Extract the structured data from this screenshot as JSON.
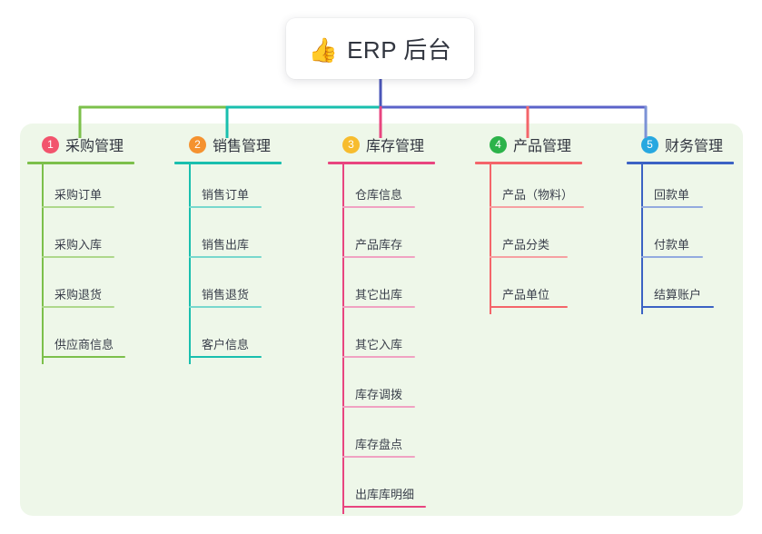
{
  "diagram": {
    "type": "mind-map",
    "title_node": {
      "icon": "thumbs-up-emoji",
      "icon_glyph": "👍",
      "label": "ERP 后台"
    },
    "card_background": "#eef7e9",
    "branches": [
      {
        "number": "1",
        "label": "采购管理",
        "badge_color": "#f2546d",
        "line_color": "#7cc04b",
        "leaf_line_color": "#aed88b",
        "connector_color": "#7cc04b",
        "leaves": [
          "采购订单",
          "采购入库",
          "采购退货",
          "供应商信息"
        ]
      },
      {
        "number": "2",
        "label": "销售管理",
        "badge_color": "#f5922f",
        "line_color": "#19bfae",
        "leaf_line_color": "#78d8cd",
        "connector_color": "#19bfae",
        "leaves": [
          "销售订单",
          "销售出库",
          "销售退货",
          "客户信息"
        ]
      },
      {
        "number": "3",
        "label": "库存管理",
        "badge_color": "#f7bc2e",
        "line_color": "#e8457f",
        "leaf_line_color": "#f0a2c2",
        "connector_color": "#e8457f",
        "leaves": [
          "仓库信息",
          "产品库存",
          "其它出库",
          "其它入库",
          "库存调拨",
          "库存盘点",
          "出库库明细"
        ]
      },
      {
        "number": "4",
        "label": "产品管理",
        "badge_color": "#2cb34a",
        "line_color": "#f4656a",
        "leaf_line_color": "#f6a0a2",
        "connector_color": "#f4656a",
        "leaves": [
          "产品（物料）",
          "产品分类",
          "产品单位"
        ]
      },
      {
        "number": "5",
        "label": "财务管理",
        "badge_color": "#27a8e0",
        "line_color": "#3b62c4",
        "leaf_line_color": "#93aadf",
        "connector_color": "#7b92d6",
        "leaves": [
          "回款单",
          "付款单",
          "结算账户"
        ]
      }
    ],
    "trunk": {
      "color": "#4a55b8",
      "segments": [
        {
          "color": "#7cc04b"
        },
        {
          "color": "#19bfae"
        },
        {
          "color": "#5b63c9"
        }
      ]
    }
  }
}
